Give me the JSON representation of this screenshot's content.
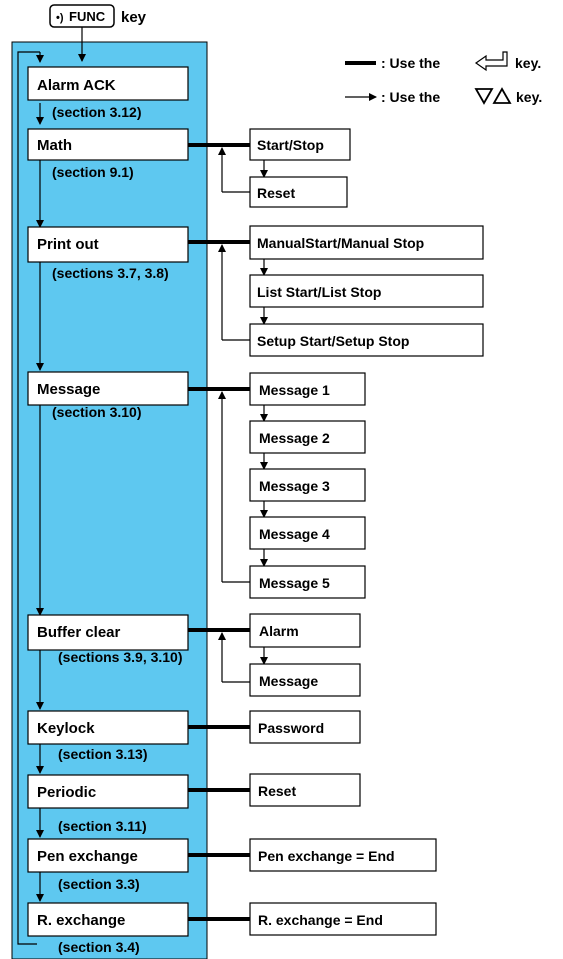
{
  "header": {
    "func_key_label": "FUNC",
    "key_word": "key"
  },
  "legend": {
    "enter_key_text": ": Use the",
    "enter_key_suffix": "key.",
    "arrow_key_text": ": Use the",
    "arrow_key_suffix": "key."
  },
  "menu": [
    {
      "label": "Alarm ACK",
      "section": "(section 3.12)"
    },
    {
      "label": "Math",
      "section": "(section 9.1)"
    },
    {
      "label": "Print out",
      "section": "(sections 3.7, 3.8)"
    },
    {
      "label": "Message",
      "section": "(section 3.10)"
    },
    {
      "label": "Buffer clear",
      "section": "(sections 3.9, 3.10)"
    },
    {
      "label": "Keylock",
      "section": "(section 3.13)"
    },
    {
      "label": "Periodic",
      "section": "(section 3.11)"
    },
    {
      "label": "Pen exchange",
      "section": "(section 3.3)"
    },
    {
      "label": "R. exchange",
      "section": "(section 3.4)"
    }
  ],
  "submenus": {
    "math": [
      "Start/Stop",
      "Reset"
    ],
    "print_out": [
      "ManualStart/Manual Stop",
      "List Start/List Stop",
      "Setup Start/Setup Stop"
    ],
    "message": [
      "Message 1",
      "Message 2",
      "Message 3",
      "Message 4",
      "Message 5"
    ],
    "buffer_clear": [
      "Alarm",
      "Message"
    ],
    "keylock": [
      "Password"
    ],
    "periodic": [
      "Reset"
    ],
    "pen_exchange": [
      "Pen exchange = End"
    ],
    "r_exchange": [
      "R. exchange = End"
    ]
  },
  "colors": {
    "panel_fill": "#5ec8f0",
    "line": "#000000",
    "box_fill": "#ffffff"
  }
}
